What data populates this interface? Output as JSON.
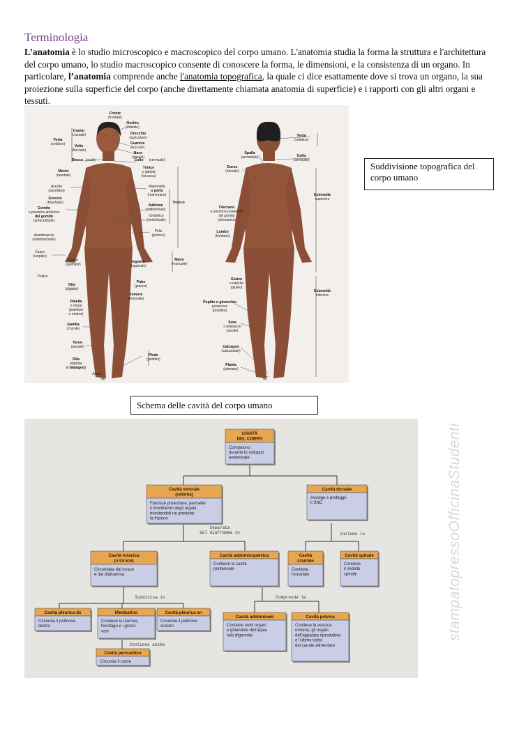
{
  "section_title": "Terminologia",
  "intro": {
    "p1": "L’anatomia",
    "p2": " è lo studio microscopico e macroscopico del corpo umano. L'anatomia studia la forma la struttura e l'architettura del corpo umano, lo studio macroscopico consente di conoscere la forma, le dimensioni, e la consistenza di un organo. In particolare, ",
    "p3": "l’anatomia",
    "p4": " comprende anche ",
    "p5": "l'anatomia topografica",
    "p6": ", la quale ci dice esattamente dove si trova un organo, la sua proiezione sulla superficie del corpo (anche direttamente chiamata anatomia di superficie) e i rapporti con gli altri organi e tessuti."
  },
  "caption_topographic": "Suddivisione topografica del corpo umano",
  "caption_cavities": "Schema delle cavità del corpo umano",
  "watermark": "stampatopressoOfficinaStudenti",
  "colors": {
    "skin": "#8a4f36",
    "header_box": "#e8a650",
    "body_box": "#c9cde6",
    "line": "#333333"
  },
  "anatomy": {
    "front_labels": [
      "Fronte",
      "(frontale)",
      "Occhio",
      "(orbitale)",
      "Cranio",
      "(craniale)",
      "Orecchio",
      "(auricolare)",
      "Testa",
      "(cefalico)",
      "Guancia",
      "(buccale)",
      "Volto",
      "(facciale)",
      "Naso",
      "(nasale)",
      "Bocca",
      "(orale)",
      "Collo",
      "(cervicale)",
      "Mento",
      "(mentale)",
      "Torace",
      "o gabbia",
      "(toracica)",
      "Ascella",
      "(ascellare)",
      "Mammella",
      "o petto",
      "(mammario)",
      "Gomito",
      "o porzione anteriore",
      "del gomito",
      "(antecubitale)",
      "Greccio",
      "(brachiale)",
      "Addome",
      "(addominale)",
      "Tronco",
      "Ombelico",
      "(ombelicale)",
      "Avambraccio",
      "(antebrachiale)",
      "Pelvi",
      "(pelvico)",
      "Carpo",
      "(carpale)",
      "Palmo",
      "(palmare)",
      "Pollice",
      "Mano",
      "(manuale)",
      "Dita",
      "(digitale)",
      "Inguine",
      "(inguinale)",
      "Pube",
      "(pubico)",
      "Femore",
      "(femorale)",
      "Patella",
      "o rotula",
      "(patellare",
      "o rotuleo)",
      "Gamba",
      "(crurale)",
      "Tarso",
      "(tarsale)",
      "Piede",
      "(pedidio)",
      "Dita",
      "(digitale",
      "o falangeo)",
      "Alluce",
      "(a)"
    ],
    "back_labels": [
      "Testa",
      "(cefalico)",
      "Spalla",
      "(acromiale)",
      "Collo",
      "(cervicale)",
      "Dorso",
      "(dorsale)",
      "Estremità",
      "superiore",
      "Olecrano",
      "o porzione posteriore",
      "del gomito",
      "(olecranico)",
      "Lombo",
      "(lombare)",
      "Gluteo",
      "o natiche",
      "(gluteo)",
      "Estremità",
      "inferiore",
      "Poplite o ginocchio",
      "posteriore",
      "(popliteo)",
      "Sura",
      "o polpaccio",
      "(surale)",
      "Calcagno",
      "(calcaneale)",
      "Pianta",
      "(plantare)",
      "(b)"
    ]
  },
  "cavities": {
    "root": {
      "title": [
        "CAVITÀ",
        "DEL CORPO"
      ],
      "body": [
        "Compaiono",
        "durante lo sviluppo",
        "embrionale"
      ]
    },
    "ventral": {
      "title": [
        "Cavità ventrale",
        "(celoma)"
      ],
      "body": [
        "Fornisce protezione, permette",
        "il movimento degli organi,",
        "rivestendoli ne previene",
        "la frizione"
      ]
    },
    "dorsal": {
      "title": [
        "Cavità dorsale"
      ],
      "body": [
        "Avvolge e protegge",
        "il SNC"
      ]
    },
    "edge_separata": [
      "Separata",
      "dal diaframma in"
    ],
    "edge_include": [
      "include le"
    ],
    "thoracic": {
      "title": [
        "Cavità toracica",
        "(o torace)"
      ],
      "body": [
        "Circondata dal torace",
        "e dal diaframma"
      ]
    },
    "abdominopelvic": {
      "title": [
        "Cavità addominopelvica"
      ],
      "body": [
        "Contiene la cavità",
        "peritoneale"
      ]
    },
    "cranial": {
      "title": [
        "Cavità",
        "craniale"
      ],
      "body": [
        "Contiene",
        "l'encefalo"
      ]
    },
    "spinal": {
      "title": [
        "Cavità spinale"
      ],
      "body": [
        "Contiene",
        "il midollo",
        "spinale"
      ]
    },
    "edge_suddivisa": [
      "Suddivisa in"
    ],
    "edge_comprende": [
      "Comprende le"
    ],
    "pleural_r": {
      "title": [
        "Cavità pleurica dx"
      ],
      "body": [
        "Circonda il polmone",
        "destro"
      ]
    },
    "mediastinum": {
      "title": [
        "Mediastino"
      ],
      "body": [
        "Contiene la trachea,",
        "l'esofago e i grossi",
        "vasi"
      ]
    },
    "pleural_l": {
      "title": [
        "Cavità pleurica sn"
      ],
      "body": [
        "Circonda il polmone",
        "sinistro"
      ]
    },
    "abdominal": {
      "title": [
        "Cavità addominale"
      ],
      "body": [
        "Contiene molti organi",
        "e ghiandole dell'appa-",
        "rato digerente"
      ]
    },
    "pelvic": {
      "title": [
        "Cavità pelvica"
      ],
      "body": [
        "Contiene la vescica",
        "urinaria, gli organi",
        "dell'apparato riproduttivo",
        "e l'ultimo tratto",
        "del canale alimentare"
      ]
    },
    "edge_contiene": [
      "Contiene anche"
    ],
    "pericardial": {
      "title": [
        "Cavità pericardica"
      ],
      "body": [
        "Circonda il cuore"
      ]
    }
  }
}
